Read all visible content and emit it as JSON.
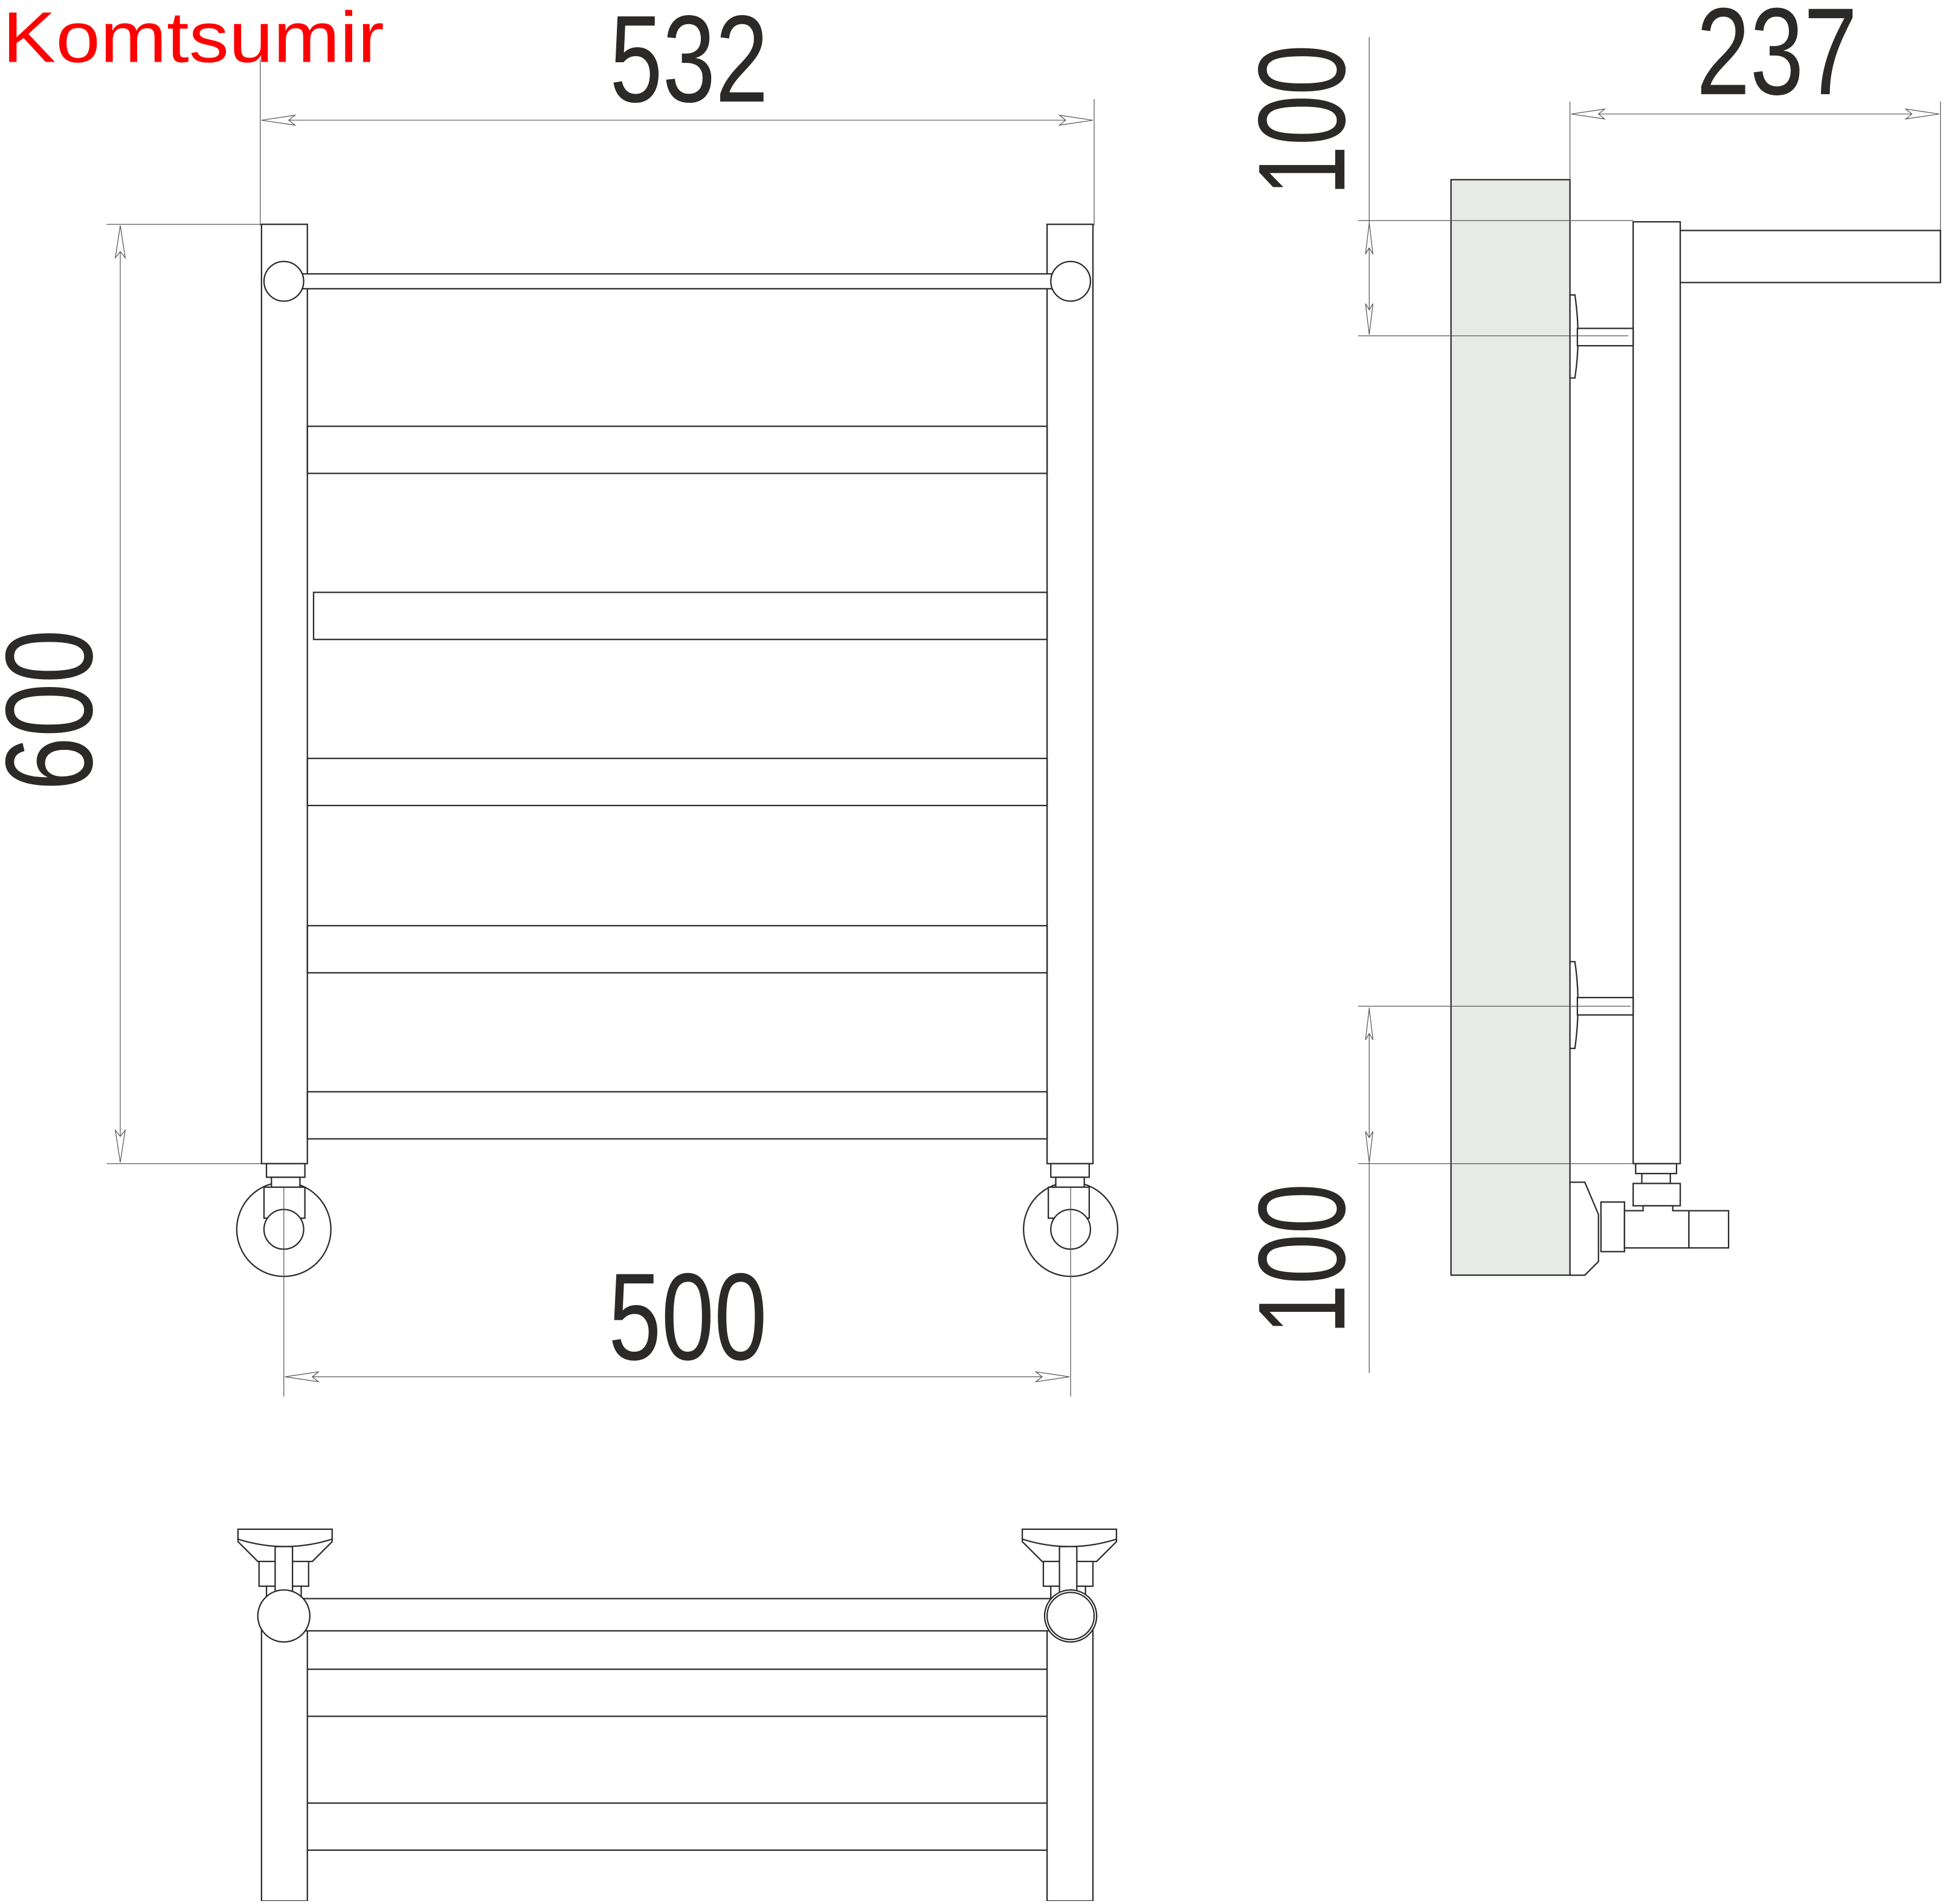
{
  "brand": {
    "name": "Komtsumir",
    "color": "#ff0000"
  },
  "colors": {
    "line": "#2b2a28",
    "dimension_line": "#555555",
    "wall_fill": "#e8eae8",
    "background": "#ffffff"
  },
  "front_view": {
    "overall_width_label": "532",
    "height_label": "600",
    "center_distance_label": "500",
    "crossbars": 6,
    "top_rail": "round"
  },
  "side_view": {
    "depth_label": "237",
    "top_offset_label": "100",
    "bottom_offset_label": "100",
    "wall_mount_brackets": 2,
    "valve": "angled"
  },
  "top_view": {
    "crossbars": 5,
    "valves": 2
  }
}
